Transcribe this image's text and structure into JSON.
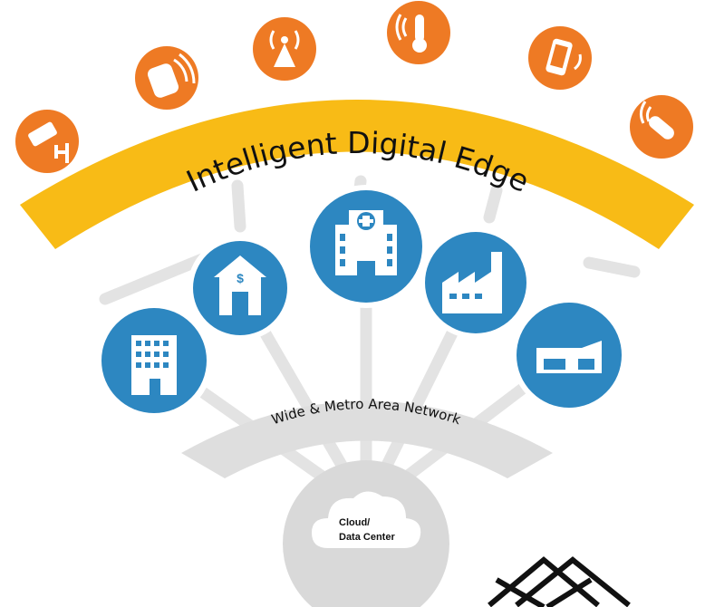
{
  "edge": {
    "title": "Intelligent Digital Edge",
    "color": "#f8bb16",
    "device_icons": [
      {
        "name": "security-camera-icon"
      },
      {
        "name": "bluetooth-tag-icon"
      },
      {
        "name": "wireless-tower-icon"
      },
      {
        "name": "wireless-thermometer-icon"
      },
      {
        "name": "smartphone-icon"
      },
      {
        "name": "pill-sensor-icon"
      }
    ],
    "device_color": "#ee7a24"
  },
  "sites": {
    "color": "#2d87c1",
    "items": [
      {
        "name": "office-building-icon"
      },
      {
        "name": "bank-icon"
      },
      {
        "name": "hospital-icon"
      },
      {
        "name": "factory-icon"
      },
      {
        "name": "retail-store-icon"
      }
    ]
  },
  "network": {
    "label": "Wide & Metro Area Network",
    "color": "#dedede"
  },
  "core": {
    "line1": "Cloud/",
    "line2": "Data Center",
    "color": "#d9d9d9"
  },
  "logo": {
    "name": "brand-logo-mark"
  }
}
